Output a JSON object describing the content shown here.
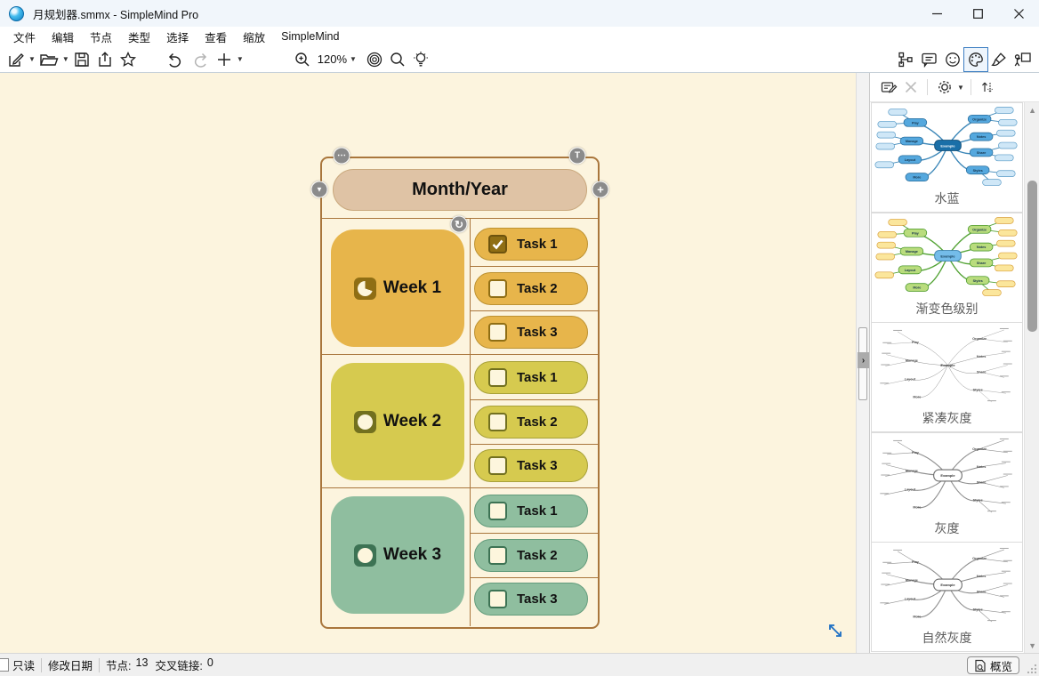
{
  "window": {
    "title": "月规划器.smmx - SimpleMind Pro"
  },
  "menu": {
    "items": [
      "文件",
      "编辑",
      "节点",
      "类型",
      "选择",
      "查看",
      "缩放",
      "SimpleMind"
    ]
  },
  "toolbar": {
    "zoom_level": "120%",
    "left_icons": [
      "new-document",
      "open-folder",
      "save",
      "share",
      "favorite-star"
    ],
    "center_icons": [
      "undo",
      "redo",
      "add-node"
    ],
    "zoom_icons": [
      "zoom-in",
      "center-target",
      "search",
      "hint-bulb"
    ],
    "right_icons": [
      "outline",
      "note",
      "emoji",
      "palette",
      "paintbrush",
      "presentation"
    ],
    "selected_tool": "palette"
  },
  "mindmap": {
    "canvas_bg": "#fcf4de",
    "frame_border": "#a9763c",
    "root": {
      "label": "Month/Year",
      "fill": "#dfc3a5"
    },
    "handles": {
      "more": "⋯",
      "text": "T",
      "collapse": "▼",
      "add": "+",
      "rotate": "↻"
    },
    "checkbox_bg": "#fdf6dd",
    "weeks": [
      {
        "label": "Week 1",
        "fill": "#e7b54b",
        "border": "#bd9232",
        "dark": "#8f6e14",
        "progress": 30,
        "tasks": [
          {
            "label": "Task 1",
            "checked": true
          },
          {
            "label": "Task 2",
            "checked": false
          },
          {
            "label": "Task 3",
            "checked": false
          }
        ]
      },
      {
        "label": "Week 2",
        "fill": "#d6ca4f",
        "border": "#a8a139",
        "dark": "#72701f",
        "progress": 0,
        "tasks": [
          {
            "label": "Task 1",
            "checked": false
          },
          {
            "label": "Task 2",
            "checked": false
          },
          {
            "label": "Task 3",
            "checked": false
          }
        ]
      },
      {
        "label": "Week 3",
        "fill": "#8fbe9f",
        "border": "#639c7c",
        "dark": "#3d7354",
        "progress": 0,
        "tasks": [
          {
            "label": "Task 1",
            "checked": false
          },
          {
            "label": "Task 2",
            "checked": false
          },
          {
            "label": "Task 3",
            "checked": false
          }
        ]
      }
    ]
  },
  "sidebar": {
    "preview_center_label": "Example",
    "preview_branch_labels": [
      "Play",
      "Manage",
      "Layout",
      "More",
      "Organize",
      "Notes",
      "Share",
      "Styles"
    ],
    "styles": [
      {
        "label": "水蓝",
        "type": "color",
        "center": "#1a6fa8",
        "centerb": "#0f4d78",
        "center_text": "#ffffff",
        "n1": "#55a8de",
        "n1b": "#2a6f9e",
        "leaf": "#cfe7f7",
        "leafb": "#5b9cc7",
        "line": "#3c87b8"
      },
      {
        "label": "渐变色级别",
        "type": "color",
        "center": "#74bce9",
        "centerb": "#3a80ad",
        "center_text": "#123a55",
        "n1": "#b9dc7d",
        "n1b": "#4d9a2f",
        "leaf": "#fbe69c",
        "leafb": "#d9a13c",
        "line": "#55a437"
      },
      {
        "label": "紧凑灰度",
        "type": "gray-compact"
      },
      {
        "label": "灰度",
        "type": "gray"
      },
      {
        "label": "自然灰度",
        "type": "gray"
      }
    ]
  },
  "statusbar": {
    "readonly_label": "只读",
    "modified_label": "修改日期",
    "nodes_label": "节点:",
    "nodes_count": "13",
    "links_label": "交叉链接:",
    "links_count": "0",
    "overview_label": "概览"
  }
}
